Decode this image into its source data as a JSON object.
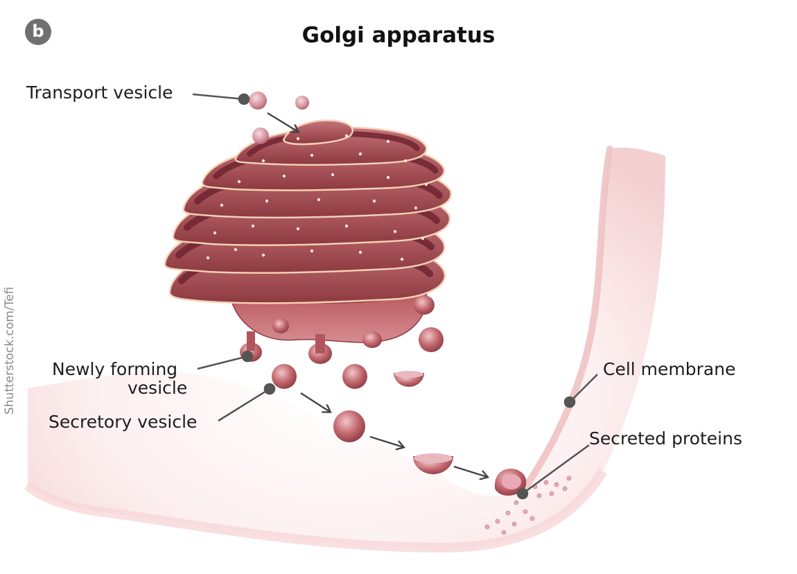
{
  "panel_badge": "b",
  "title": "Golgi apparatus",
  "labels": {
    "transport_vesicle": "Transport vesicle",
    "newly_forming_line1": "Newly forming",
    "newly_forming_line2": "vesicle",
    "secretory_vesicle": "Secretory vesicle",
    "cell_membrane": "Cell membrane",
    "secreted_proteins": "Secreted proteins"
  },
  "credit": "Shutterstock.com/Tefi",
  "colors": {
    "organelle": "#b55a5f",
    "organelle_dark": "#7a2c33",
    "lumen": "#6e2430",
    "membrane_tint": "#f6d9da",
    "leader_line": "#555555",
    "badge": "#707070"
  }
}
